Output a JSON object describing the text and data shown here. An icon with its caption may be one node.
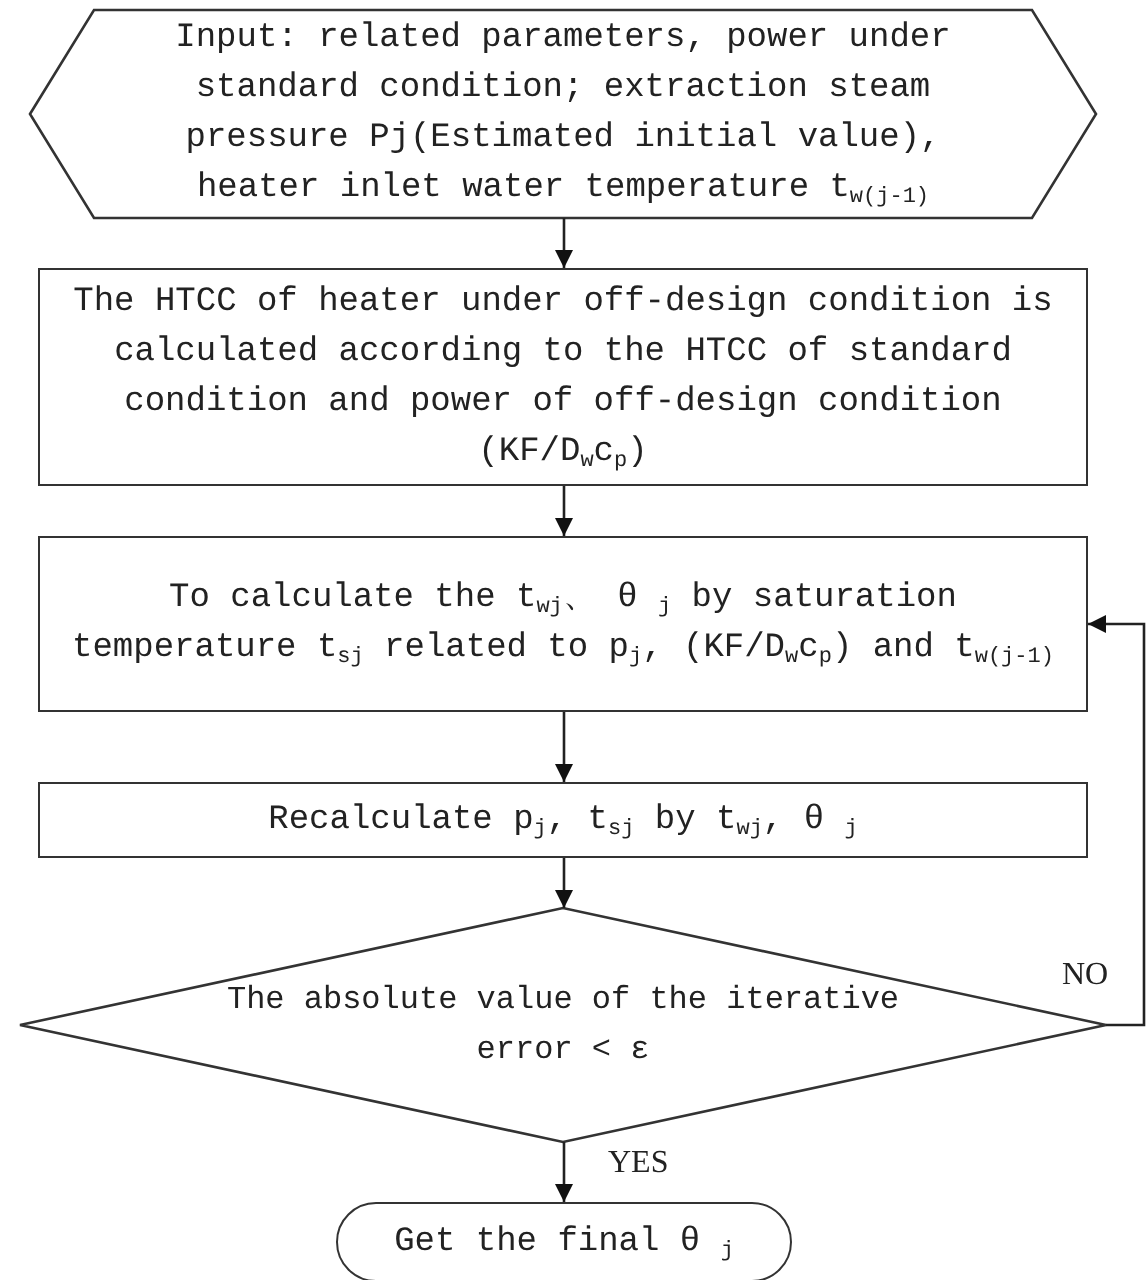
{
  "diagram": {
    "nodes": [
      {
        "text": [
          "Input: related parameters, power under standard condition; extraction steam pressure Pj(Estimated initial value), heater inlet water temperature t$_{w(j-1)}$"
        ]
      },
      {
        "text": [
          "The HTCC of heater under off-design condition is calculated according to the HTCC of standard condition and power of off-design condition (KF/D$_{w}$c$_{p}$)"
        ]
      },
      {
        "text": [
          "To calculate the t$_{wj}$、 θ $_{j}$ by saturation temperature t$_{sj}$ related to p$_{j}$, (KF/D$_{w}$c$_{p}$) and t$_{w(j-1)}$"
        ]
      },
      {
        "text": [
          "Recalculate p$_{j}$, t$_{sj}$ by t$_{wj}$, θ $_{j}$"
        ]
      },
      {
        "text": [
          "The absolute value of the iterative error < ε"
        ]
      },
      {
        "text": [
          "Get the final θ $_{j}$"
        ]
      }
    ],
    "edges": [
      {
        "from": 0,
        "to": 1,
        "arrow": "to"
      },
      {
        "from": 1,
        "to": 2,
        "arrow": "to"
      },
      {
        "from": 2,
        "to": 3,
        "arrow": "to"
      },
      {
        "from": 3,
        "to": 4,
        "arrow": "to"
      },
      {
        "from": 4,
        "to": 5,
        "arrow": "to",
        "label": "YES"
      },
      {
        "from": 4,
        "to": 2,
        "arrow": "to",
        "label": "NO"
      }
    ]
  }
}
